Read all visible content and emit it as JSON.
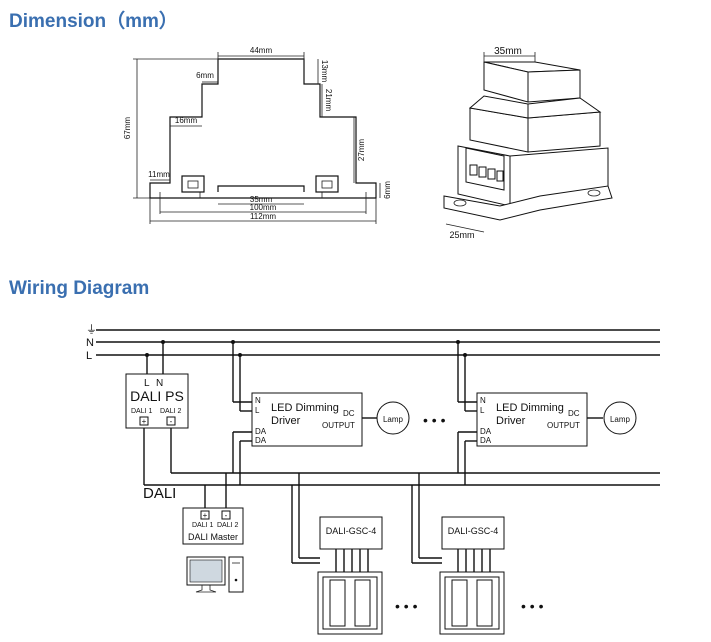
{
  "headings": {
    "dimension": "Dimension（mm）",
    "wiring": "Wiring Diagram"
  },
  "dims": {
    "d44": "44mm",
    "d6a": "6mm",
    "d13": "13mm",
    "d67": "67mm",
    "d16": "16mm",
    "d21": "21mm",
    "d27": "27mm",
    "d11": "11mm",
    "d6b": "6mm",
    "d35": "35mm",
    "d100": "100mm",
    "d112": "112mm",
    "iso35": "35mm",
    "iso25": "25mm"
  },
  "wiring": {
    "earth_symbol": "⏚",
    "line_n": "N",
    "line_l": "L",
    "ps": {
      "l": "L",
      "n": "N",
      "title": "DALI PS",
      "dali1": "DALI 1",
      "dali2": "DALI 2",
      "plus": "+",
      "minus": "-"
    },
    "driver": {
      "n": "N",
      "l": "L",
      "da1": "DA",
      "da2": "DA",
      "title1": "LED Dimming",
      "title2": "Driver",
      "dc": "DC",
      "output": "OUTPUT"
    },
    "lamp": "Lamp",
    "dots": "• • •",
    "dali_bus": "DALI",
    "master": {
      "plus": "+",
      "minus": "-",
      "dali1": "DALI 1",
      "dali2": "DALI 2",
      "title": "DALI Master"
    },
    "gsc": "DALI-GSC-4"
  }
}
